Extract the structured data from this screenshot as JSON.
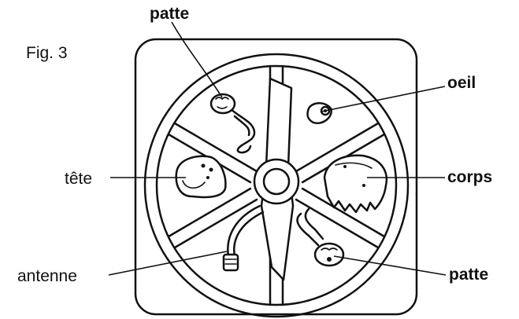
{
  "figure": {
    "caption": "Fig. 3"
  },
  "labels": {
    "patte_top": "patte",
    "oeil": "oeil",
    "tete": "tête",
    "corps": "corps",
    "antenne": "antenne",
    "patte_bottom": "patte"
  },
  "colors": {
    "ink": "#111111",
    "paper": "#ffffff"
  }
}
